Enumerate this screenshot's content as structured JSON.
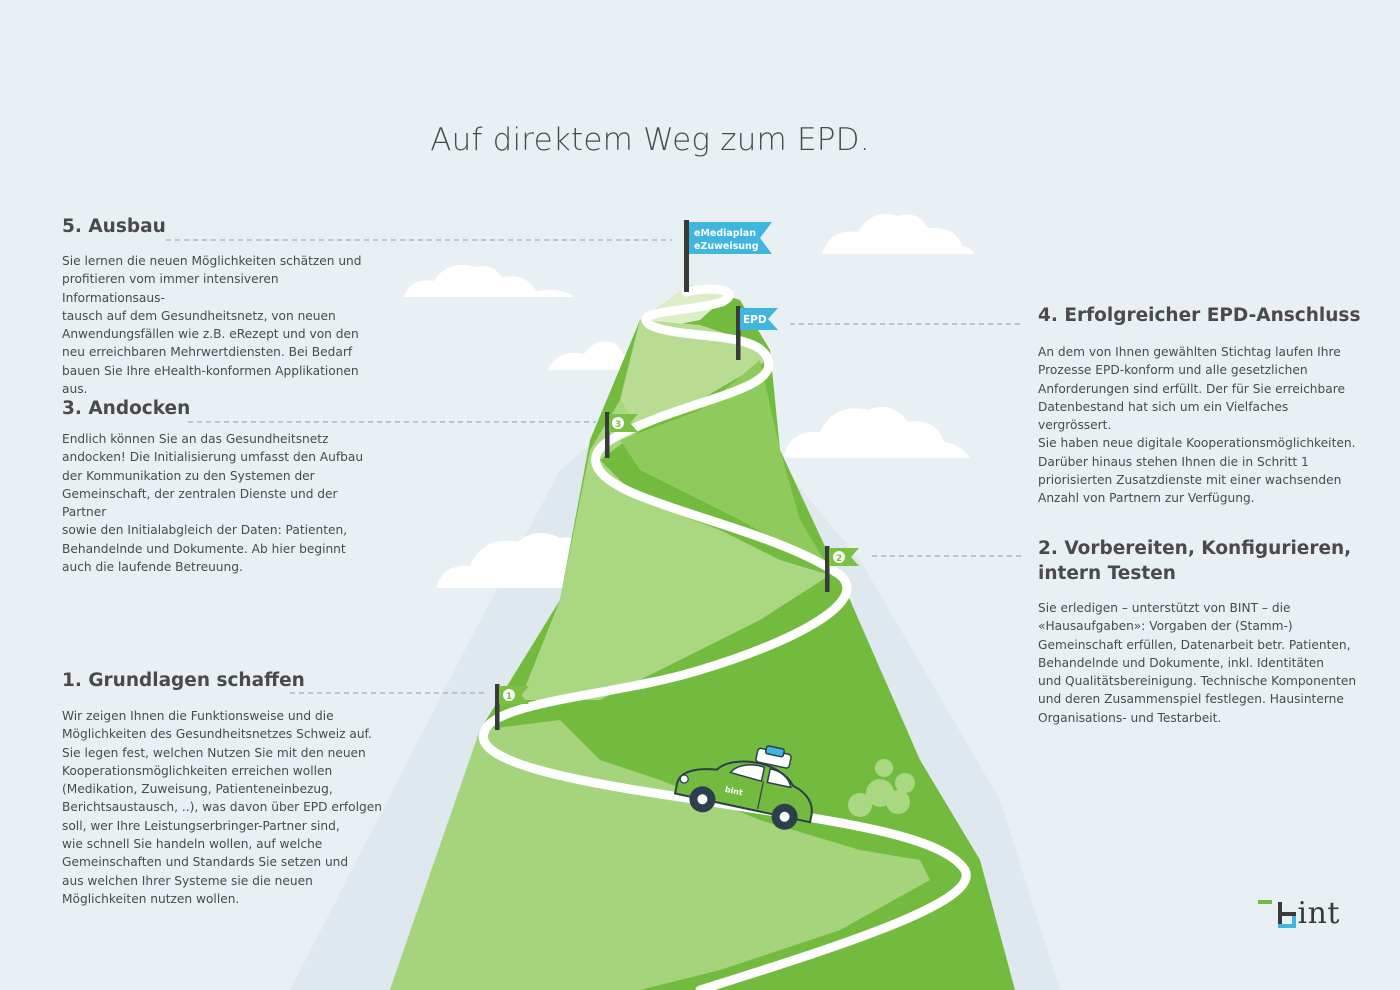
{
  "title": "Auf direktem Weg zum EPD.",
  "colors": {
    "background": "#e9f0f4",
    "mountain_light": "#cfe7b4",
    "mountain_mid": "#a3d47a",
    "mountain_dark": "#72bb3f",
    "road": "#ffffff",
    "flag_green": "#79c043",
    "flag_blue": "#3fb5e0",
    "text": "#4a4a4a",
    "cloud": "#ffffff",
    "dash": "#b5b5b5"
  },
  "steps": [
    {
      "heading": "5. Ausbau",
      "text": "Sie lernen die neuen Möglichkeiten schätzen und\nprofitieren vom immer intensiveren Informationsaus-\ntausch auf dem Gesundheitsnetz, von neuen\nAnwendungsfällen wie z.B. eRezept und von den\nneu erreichbaren Mehrwertdiensten. Bei Bedarf\nbauen Sie Ihre eHealth-konformen Applikationen aus."
    },
    {
      "heading": "3. Andocken",
      "text": "Endlich können Sie an das Gesundheitsnetz\nandocken! Die Initialisierung umfasst den Aufbau\nder Kommunikation zu den Systemen der\nGemeinschaft, der zentralen Dienste und der Partner\nsowie den Initialabgleich der Daten: Patienten,\nBehandelnde und Dokumente. Ab hier beginnt\nauch die laufende Betreuung."
    },
    {
      "heading": "1. Grundlagen schaffen",
      "text": "Wir zeigen Ihnen die Funktionsweise und die\nMöglichkeiten des Gesundheitsnetzes Schweiz auf.\nSie legen fest, welchen Nutzen Sie mit den neuen\nKooperationsmöglichkeiten erreichen wollen\n(Medikation, Zuweisung, Patienteneinbezug,\nBerichtsaustausch, ..), was davon über EPD erfolgen\nsoll, wer Ihre Leistungserbringer-Partner sind,\nwie schnell Sie handeln wollen, auf welche\nGemeinschaften und Standards Sie setzen und\naus welchen Ihrer Systeme sie die neuen\nMöglichkeiten nutzen wollen."
    },
    {
      "heading": "4. Erfolgreicher EPD-Anschluss",
      "text": "An dem von Ihnen gewählten Stichtag laufen Ihre\nProzesse EPD-konform und alle gesetzlichen\nAnforderungen sind erfüllt. Der für Sie erreichbare\nDatenbestand hat sich um ein Vielfaches vergrössert.\nSie haben neue digitale Kooperationsmöglichkeiten.\nDarüber hinaus stehen Ihnen die in Schritt 1\npriorisierten Zusatzdienste mit einer wachsenden\nAnzahl von Partnern zur Verfügung."
    },
    {
      "heading": "2. Vorbereiten, Konfigurieren,\nintern Testen",
      "text": "Sie erledigen – unterstützt von BINT – die\n«Hausaufgaben»: Vorgaben der (Stamm-)\nGemeinschaft erfüllen, Datenarbeit betr. Patienten,\nBehandelnde und Dokumente, inkl. Identitäten\nund Qualitätsbereinigung. Technische Komponenten\nund deren Zusammenspiel festlegen. Hausinterne\nOrganisations- und Testarbeit."
    }
  ],
  "flags": {
    "top_line1": "eMediaplan",
    "top_line2": "eZuweisung",
    "epd": "EPD",
    "n1": "1",
    "n2": "2",
    "n3": "3"
  },
  "car_label": "bint",
  "brand": {
    "name": "int",
    "icon": "bint-logo-icon"
  }
}
